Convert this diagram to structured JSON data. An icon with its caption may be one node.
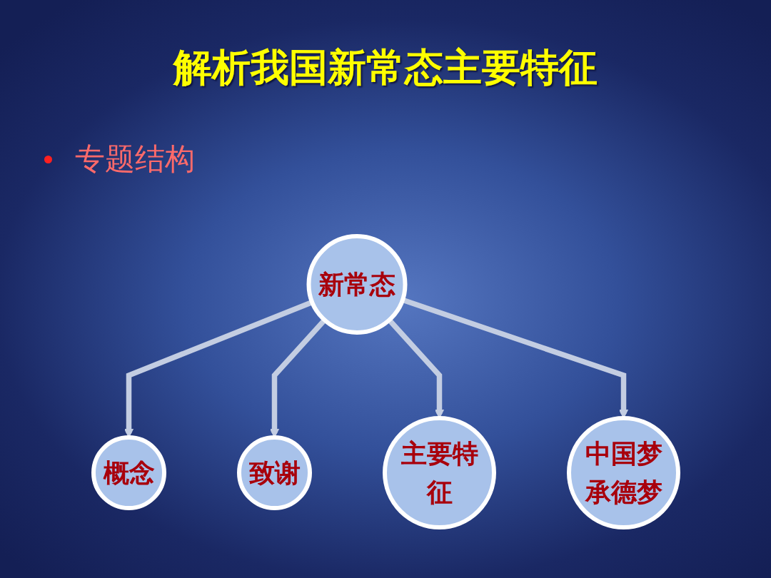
{
  "diagram": {
    "title": "解析我国新常态主要特征",
    "nodes": [
      {
        "text": [
          "概念"
        ]
      },
      {
        "text": [
          "致谢"
        ]
      },
      {
        "text": [
          "新常态"
        ]
      },
      {
        "text": [
          "主要特征"
        ]
      },
      {
        "text": [
          "中国梦承德梦"
        ]
      }
    ],
    "edges": [
      {
        "from": 2,
        "to": 0,
        "arrow": "to"
      },
      {
        "from": 2,
        "to": 1,
        "arrow": "to"
      },
      {
        "from": 2,
        "to": 3,
        "arrow": "to"
      },
      {
        "from": 2,
        "to": 4,
        "arrow": "to"
      }
    ],
    "labels": [
      "专题结构"
    ]
  }
}
